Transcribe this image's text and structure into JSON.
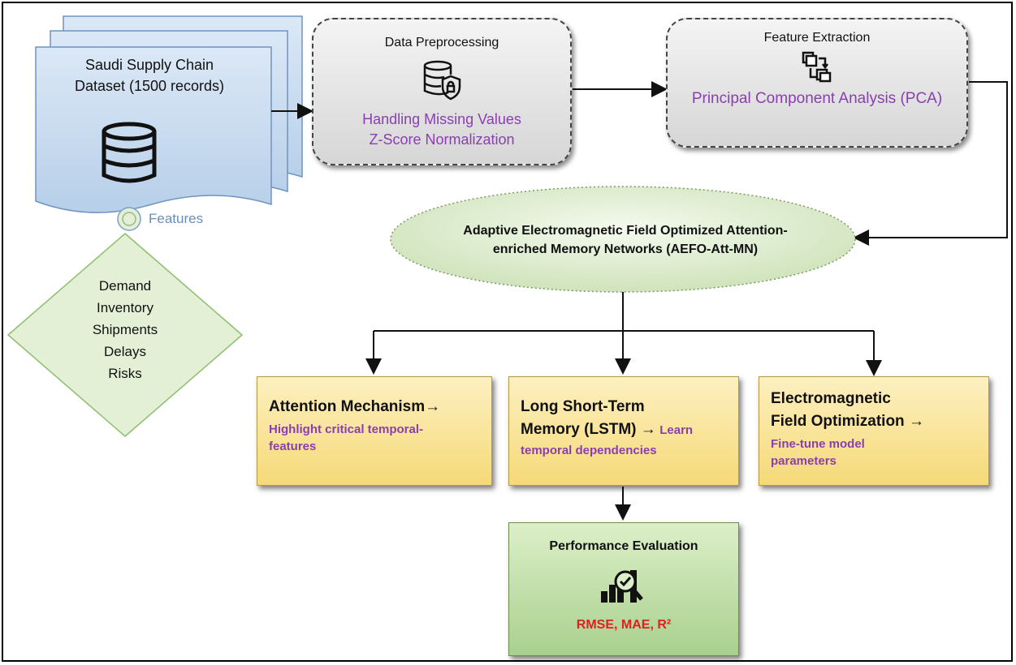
{
  "dataset": {
    "title_line1": "Saudi Supply Chain",
    "title_line2": "Dataset (1500 records)",
    "icon": "database-icon"
  },
  "features": {
    "label": "Features",
    "items": [
      "Demand",
      "Inventory",
      "Shipments",
      "Delays",
      "Risks"
    ]
  },
  "preprocessing": {
    "title": "Data Preprocessing",
    "line1": "Handling Missing Values",
    "line2": "Z-Score Normalization",
    "icon": "secure-database-icon"
  },
  "extraction": {
    "title": "Feature Extraction",
    "method": "Principal Component Analysis (PCA)",
    "icon": "copy-transform-icon"
  },
  "model": {
    "line1": "Adaptive Electromagnetic Field Optimized Attention-",
    "line2": "enriched Memory Networks (AEFO-Att-MN)"
  },
  "attention": {
    "title": "Attention Mechanism→",
    "desc_line1": "Highlight critical temporal-",
    "desc_line2": "features"
  },
  "lstm": {
    "title_line1": "Long Short-Term",
    "title_line2": "Memory (LSTM) →",
    "desc_line1": "Learn",
    "desc_line2": "temporal dependencies"
  },
  "emfo": {
    "title_line1": "Electromagnetic",
    "title_line2": "Field Optimization →",
    "desc_line1": "Fine-tune model",
    "desc_line2": "parameters"
  },
  "evaluation": {
    "title": "Performance Evaluation",
    "metrics": "RMSE, MAE, R²",
    "icon": "chart-magnifier-icon"
  },
  "colors": {
    "purple": "#8a3fb0",
    "red": "#e02020",
    "blue_doc": "#c9dcf0",
    "green_shape": "#e3f0d6",
    "yellow_box": "#f5d978"
  }
}
